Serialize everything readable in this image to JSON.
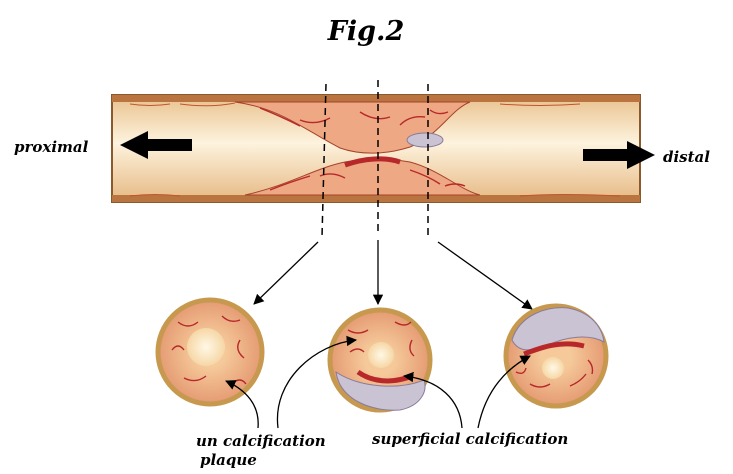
{
  "figure": {
    "title": "Fig.2",
    "direction_left": "proximal",
    "direction_right": "distal",
    "caption_uncalcified_line1": "un calcification",
    "caption_uncalcified_line2": "plaque",
    "caption_superficial": "superficial calcification"
  },
  "colors": {
    "vessel_wall": "#e4b27c",
    "vessel_lumen": "#fbf0d8",
    "vessel_edge": "#8a5a2b",
    "plaque_red": "#b8282a",
    "plaque_pink": "#eea883",
    "calcification": "#c9c3d4",
    "cross_section_rim": "#c7994f",
    "lumen_center": "#fbe6c2"
  }
}
